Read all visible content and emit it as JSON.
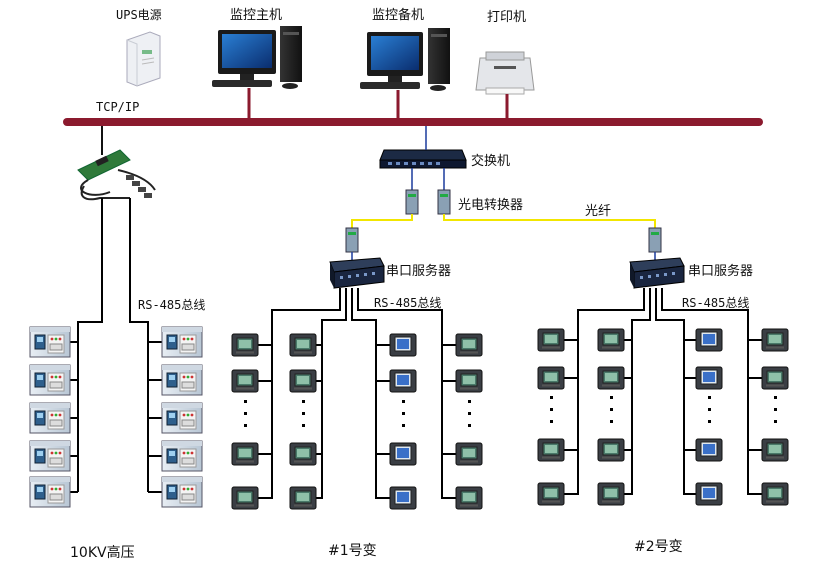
{
  "labels": {
    "ups": "UPS电源",
    "main_host": "监控主机",
    "backup_host": "监控备机",
    "printer": "打印机",
    "tcpip": "TCP/IP",
    "switch": "交换机",
    "converter": "光电转换器",
    "fiber": "光纤",
    "serial_server_1": "串口服务器",
    "serial_server_2": "串口服务器",
    "rs485_left": "RS-485总线",
    "rs485_mid": "RS-485总线",
    "rs485_right": "RS-485总线",
    "zone_hv": "10KV高压",
    "zone_t1": "#1号变",
    "zone_t2": "#2号变"
  },
  "colors": {
    "bus": "#8b1a2e",
    "fiber": "#f2e600",
    "link": "#1a3a9c",
    "wire": "#000000"
  }
}
